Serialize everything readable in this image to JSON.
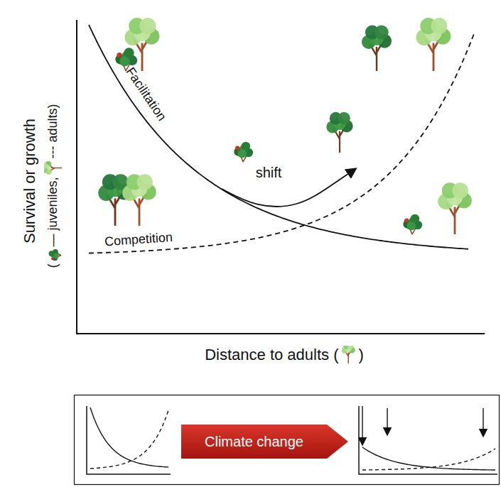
{
  "diagram": {
    "nodes": [
      {
        "text": [
          "Climate change"
        ]
      }
    ],
    "labels": [
      "Survival or growth",
      "(",
      "— juveniles,",
      "--- adults)",
      "Facilitation",
      "shift",
      "Competition",
      "Distance to adults (",
      ")"
    ]
  }
}
